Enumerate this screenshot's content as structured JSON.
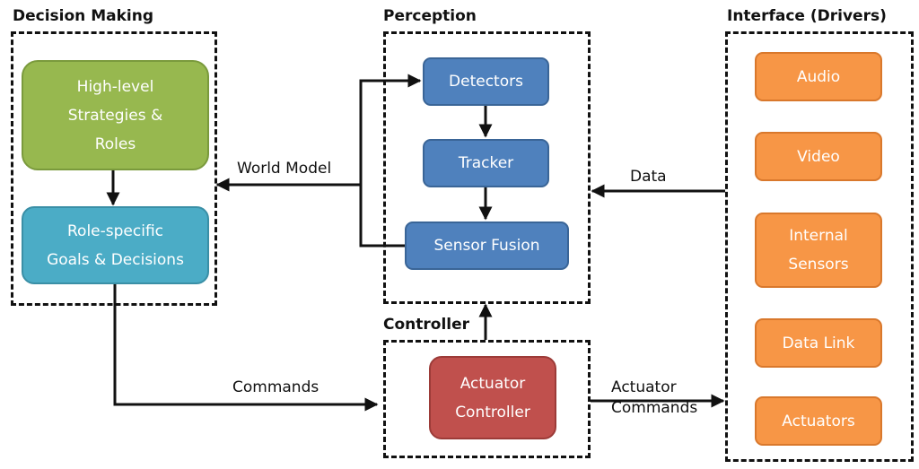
{
  "colors": {
    "decision_strategy": "#97B84F",
    "decision_role": "#4BACC6",
    "perception": "#4F81BD",
    "controller": "#C0504D",
    "interface": "#F79646",
    "line": "#111111"
  },
  "groups": {
    "decision": {
      "title": "Decision Making"
    },
    "perception": {
      "title": "Perception"
    },
    "controller": {
      "title": "Controller"
    },
    "interface": {
      "title": "Interface (Drivers)"
    }
  },
  "nodes": {
    "strategies": "High-level\nStrategies &\nRoles",
    "role_goals": "Role-specific\nGoals & Decisions",
    "detectors": "Detectors",
    "tracker": "Tracker",
    "sensor_fusion": "Sensor Fusion",
    "actuator_controller": "Actuator\nController",
    "audio": "Audio",
    "video": "Video",
    "internal_sensors": "Internal\nSensors",
    "data_link": "Data Link",
    "actuators": "Actuators"
  },
  "edges": {
    "world_model": "World Model",
    "data": "Data",
    "commands": "Commands",
    "actuator_commands": "Actuator\nCommands"
  }
}
